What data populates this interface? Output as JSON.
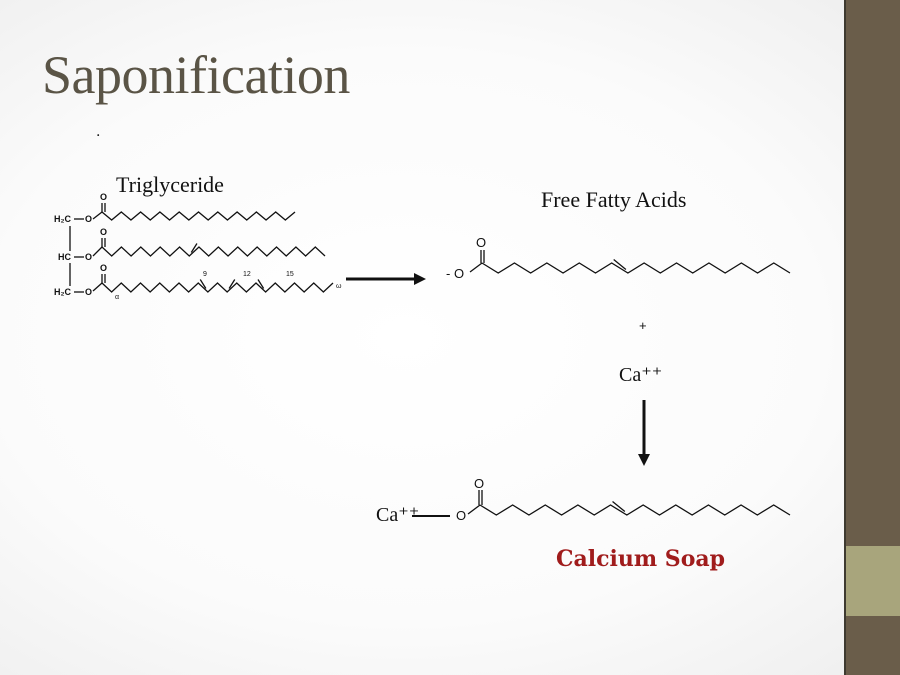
{
  "slide": {
    "title": "Saponification",
    "bullet": "·",
    "triglyceride": {
      "label": "Triglyceride",
      "atoms": {
        "h2c_top": "H₂C",
        "hc": "HC",
        "h2c_bottom": "H₂C",
        "o": "O"
      },
      "positions": {
        "alpha": "α",
        "omega": "ω",
        "p9": "9",
        "p12": "12",
        "p15": "15"
      }
    },
    "free_fatty_acids": {
      "label": "Free Fatty Acids",
      "anion": "- O",
      "carbonyl_o": "O"
    },
    "plus": "+",
    "calcium_ion": "Ca⁺⁺",
    "soap": {
      "calcium": "Ca⁺⁺",
      "o": "O",
      "carbonyl_o": "O",
      "label": "Calcium Soap"
    },
    "colors": {
      "title": "#5a5446",
      "soap_label": "#a01c1c",
      "sidebar": "#6a5d4a",
      "sidebar_band": "#a8a57c"
    }
  }
}
